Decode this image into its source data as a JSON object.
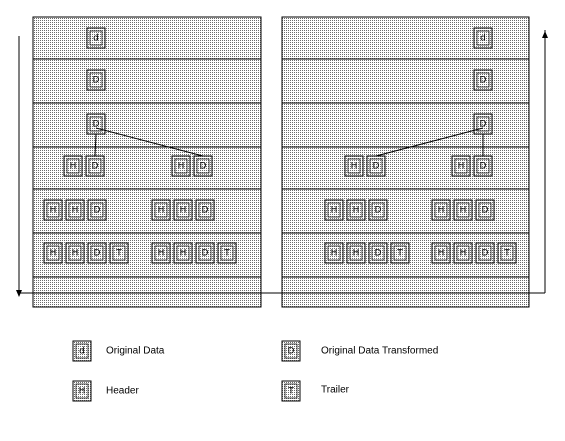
{
  "letters": {
    "original_data": "d",
    "transformed": "D",
    "header": "H",
    "trailer": "T"
  },
  "legend": [
    {
      "glyph": "d",
      "text": "Original Data"
    },
    {
      "glyph": "D",
      "text": "Original Data Transformed"
    },
    {
      "glyph": "H",
      "text": "Header"
    },
    {
      "glyph": "T",
      "text": "Trailer"
    }
  ],
  "stacks": [
    {
      "side": "left",
      "direction": "down",
      "rows": [
        [
          [
            "d"
          ]
        ],
        [
          [
            "D"
          ]
        ],
        [
          [
            "D"
          ]
        ],
        [
          [
            "H",
            "D"
          ],
          [
            "H",
            "D"
          ]
        ],
        [
          [
            "H",
            "H",
            "D"
          ],
          [
            "H",
            "H",
            "D"
          ]
        ],
        [
          [
            "H",
            "H",
            "D",
            "T"
          ],
          [
            "H",
            "H",
            "D",
            "T"
          ]
        ],
        []
      ]
    },
    {
      "side": "right",
      "direction": "up",
      "rows": [
        [
          [
            "d"
          ]
        ],
        [
          [
            "D"
          ]
        ],
        [
          [
            "D"
          ]
        ],
        [
          [
            "H",
            "D"
          ],
          [
            "H",
            "D"
          ]
        ],
        [
          [
            "H",
            "H",
            "D"
          ],
          [
            "H",
            "H",
            "D"
          ]
        ],
        [
          [
            "H",
            "H",
            "D",
            "T"
          ],
          [
            "H",
            "H",
            "D",
            "T"
          ]
        ],
        []
      ]
    }
  ]
}
